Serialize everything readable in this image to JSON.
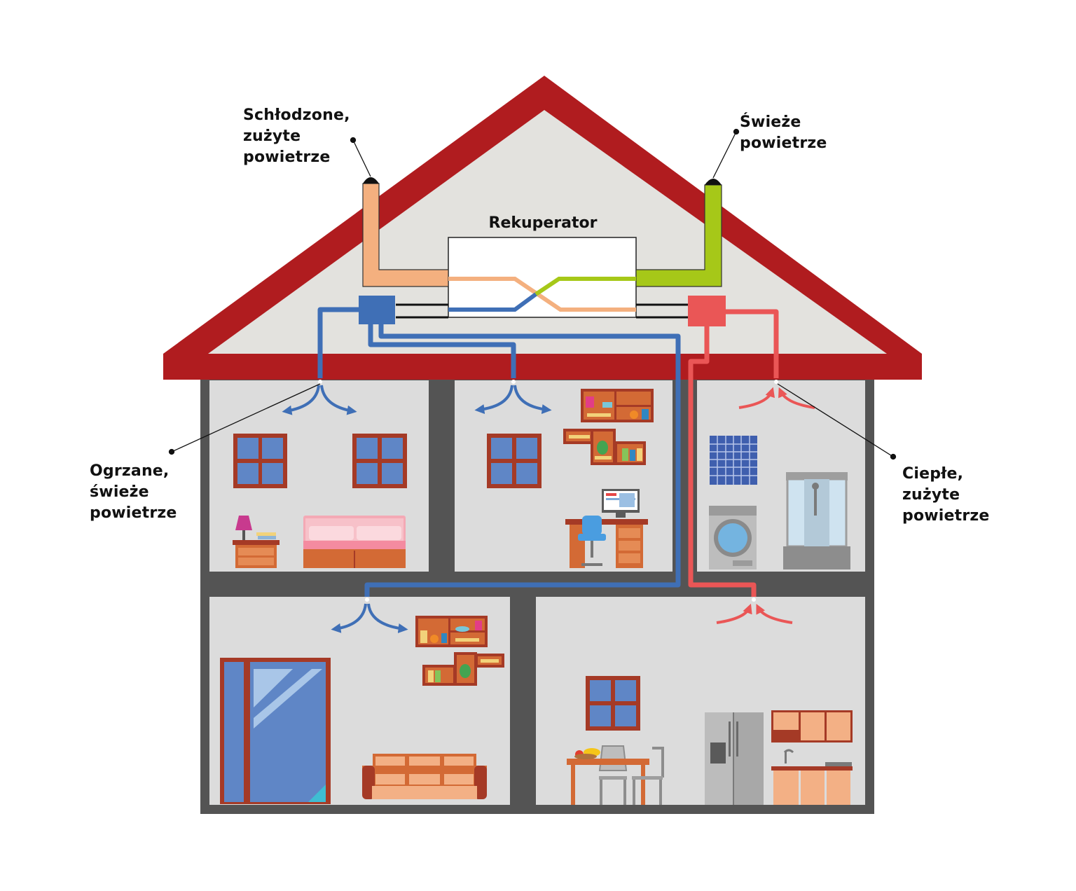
{
  "labels": {
    "exhaust_out": "Schłodzone,\nzużyte\npowietrze",
    "fresh_in": "Świeże\npowietrze",
    "recuperator": "Rekuperator",
    "supply": "Ogrzane,\nświeże\npowietrze",
    "extract": "Ciepłe,\nzużyte\npowietrze"
  },
  "colors": {
    "roof": "#b01c1f",
    "attic": "#e3e2de",
    "walls": "#545454",
    "room": "#dcdcdc",
    "supply_duct": "#3f6fb6",
    "extract_duct": "#ea5656",
    "exhaust_duct": "#f4b07f",
    "fresh_duct": "#a6c818",
    "window_frame": "#a53a26",
    "window_glass": "#5f86c6",
    "furniture_wood": "#d36a35",
    "furniture_light": "#f3b085"
  }
}
